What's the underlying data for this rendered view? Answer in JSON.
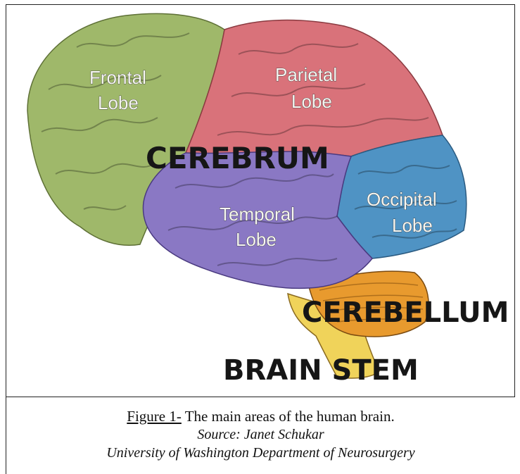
{
  "diagram": {
    "lobes": {
      "frontal": [
        "Frontal",
        "Lobe"
      ],
      "parietal": [
        "Parietal",
        "Lobe"
      ],
      "temporal": [
        "Temporal",
        "Lobe"
      ],
      "occipital": [
        "Occipital",
        "Lobe"
      ]
    },
    "regions": {
      "cerebrum": "CEREBRUM",
      "cerebellum": "CEREBELLUM",
      "brain_stem": "BRAIN STEM"
    },
    "colors": {
      "frontal": "#9fb86a",
      "parietal": "#d9727a",
      "temporal": "#8a78c4",
      "occipital": "#4f93c4",
      "cerebellum": "#e89a2e",
      "brain_stem": "#f0d35a"
    }
  },
  "caption": {
    "prefix": "Figure 1-",
    "text": " The main areas of the human brain.",
    "source": "Source: Janet Schukar",
    "institution": "University of Washington Department of Neurosurgery"
  }
}
